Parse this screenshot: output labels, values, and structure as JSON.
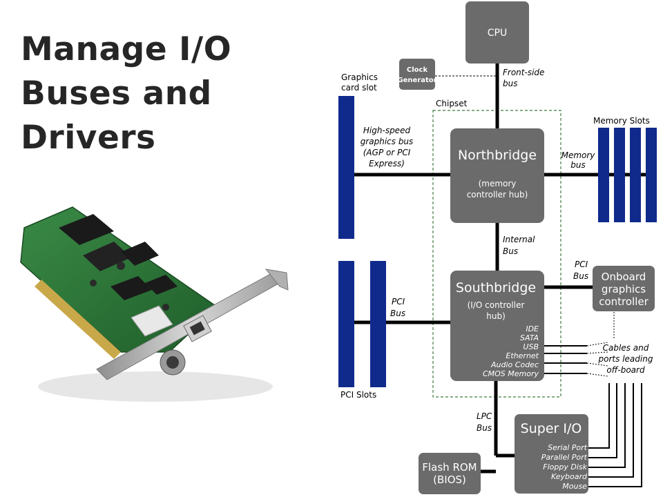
{
  "slide": {
    "title_lines": [
      "Manage I/O",
      "Buses and",
      "Drivers"
    ]
  },
  "photo": {
    "subject": "network-interface-card",
    "colors": {
      "pcb": "#2e7a3a",
      "bracket": "#b8b8b8",
      "connector": "#a0a0a0"
    }
  },
  "diagram": {
    "colors": {
      "box": "#6b6b6b",
      "slot": "#102a8c",
      "line": "#000000",
      "chipset_border": "#3c7a3c",
      "box_text": "#ffffff"
    },
    "cpu": "CPU",
    "clock": [
      "Clock",
      "Generator"
    ],
    "front_side_bus": [
      "Front-side",
      "bus"
    ],
    "chipset": "Chipset",
    "graphics_slot": [
      "Graphics",
      "card slot"
    ],
    "graphics_bus": [
      "High-speed",
      "graphics bus",
      "(AGP or PCI",
      "Express)"
    ],
    "northbridge": {
      "name": "Northbridge",
      "sub": [
        "(memory",
        "controller hub)"
      ]
    },
    "memory_slots": "Memory Slots",
    "memory_bus": [
      "Memory",
      "bus"
    ],
    "internal_bus": [
      "Internal",
      "Bus"
    ],
    "southbridge": {
      "name": "Southbridge",
      "sub": [
        "(I/O controller",
        "hub)"
      ],
      "ports": [
        "IDE",
        "SATA",
        "USB",
        "Ethernet",
        "Audio Codec",
        "CMOS Memory"
      ]
    },
    "pci_bus_left": [
      "PCI",
      "Bus"
    ],
    "pci_slots": "PCI Slots",
    "pci_bus_right": [
      "PCI",
      "Bus"
    ],
    "onboard_graphics": [
      "Onboard",
      "graphics",
      "controller"
    ],
    "cables": [
      "Cables and",
      "ports leading",
      "off-board"
    ],
    "lpc_bus": [
      "LPC",
      "Bus"
    ],
    "flash_rom": [
      "Flash ROM",
      "(BIOS)"
    ],
    "super_io": {
      "name": "Super I/O",
      "ports": [
        "Serial Port",
        "Parallel Port",
        "Floppy Disk",
        "Keyboard",
        "Mouse"
      ]
    }
  }
}
